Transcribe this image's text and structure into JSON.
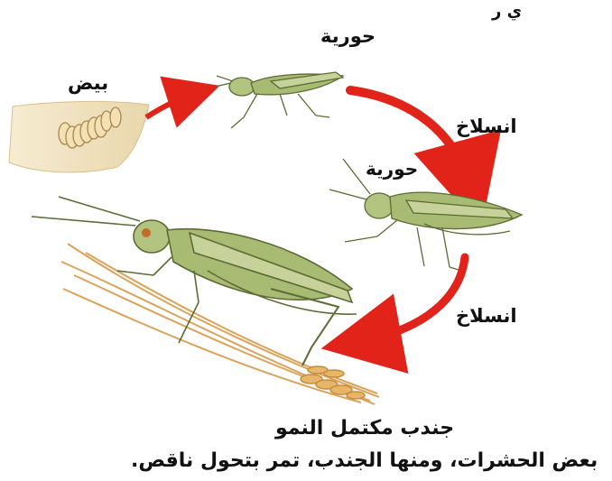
{
  "diagram": {
    "top_cut_text": "ي ر",
    "labels": {
      "nymph_first": "حورية",
      "eggs": "بيض",
      "molting_first": "انسلاخ",
      "nymph_second": "حورية",
      "molting_second": "انسلاخ",
      "adult": "جندب مكتمل النمو"
    },
    "caption": "بعض الحشرات، ومنها الجندب، تمر بتحول ناقص."
  },
  "colors": {
    "arrow_red": "#e2231a",
    "grasshopper_green": "#a7bb73",
    "grasshopper_dark": "#5d6b34",
    "wheat": "#d9a35a",
    "soil": "#f1e3c2"
  }
}
